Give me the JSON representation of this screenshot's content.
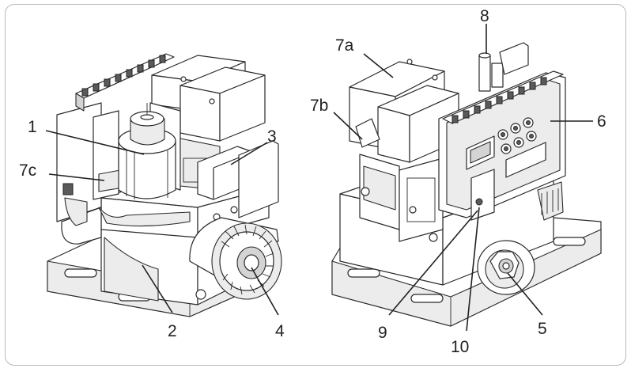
{
  "figure": {
    "labels": {
      "l1": "1",
      "l7c": "7c",
      "l2": "2",
      "l3": "3",
      "l4": "4",
      "l7a": "7a",
      "l7b": "7b",
      "l8": "8",
      "l6": "6",
      "l9": "9",
      "l10": "10",
      "l5": "5"
    }
  }
}
